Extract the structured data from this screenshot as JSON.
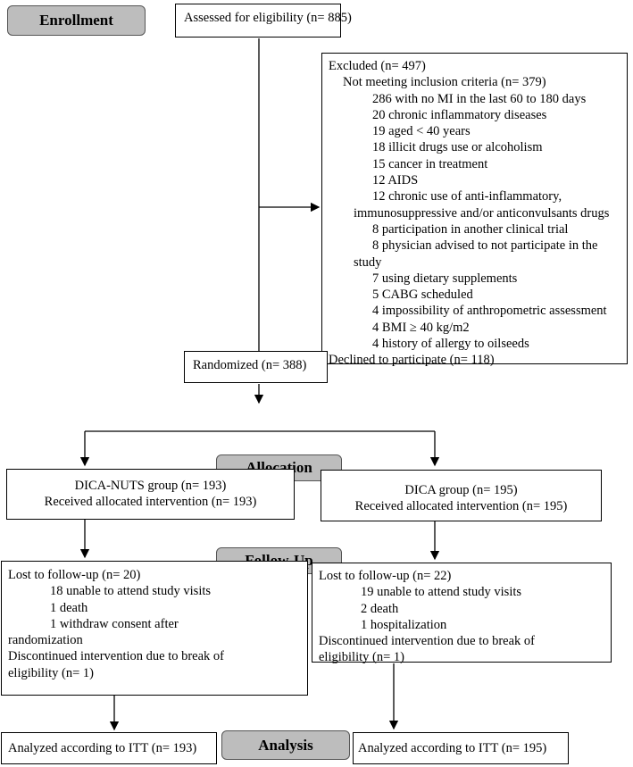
{
  "stages": {
    "enrollment": "Enrollment",
    "allocation": "Allocation",
    "follow_up": "Follow-Up",
    "analysis": "Analysis"
  },
  "assessed": "Assessed for eligibility (n= 885)",
  "excluded": {
    "title": "Excluded (n= 497)",
    "criteria_header": "Not meeting inclusion criteria (n= 379)",
    "items": [
      "286 with no MI in the last 60 to 180 days",
      "20 chronic inflammatory diseases",
      "19 aged < 40 years",
      "18 illicit drugs use or alcoholism",
      "15 cancer in treatment",
      "12 AIDS",
      "12 chronic use of anti-inflammatory,",
      "immunosuppressive and/or anticonvulsants drugs",
      "8 participation in another clinical trial",
      "8 physician advised to not participate in the",
      "study",
      "7 using dietary supplements",
      "5 CABG scheduled",
      "4 impossibility of anthropometric assessment",
      "4 BMI ≥ 40 kg/m2",
      "4 history of allergy to oilseeds"
    ],
    "declined": "Declined to participate (n= 118)"
  },
  "randomized": "Randomized (n= 388)",
  "allocation": {
    "left": {
      "group": "DICA-NUTS group (n= 193)",
      "received": "Received allocated intervention (n= 193)"
    },
    "right": {
      "group": "DICA group (n= 195)",
      "received": "Received allocated intervention (n= 195)"
    }
  },
  "followup": {
    "left": {
      "lost": "Lost to follow-up (n= 20)",
      "items": [
        "18 unable to attend study visits",
        "1 death",
        "1 withdraw consent after",
        "randomization"
      ],
      "discontinued": [
        "Discontinued intervention due to break of",
        "eligibility (n= 1)"
      ]
    },
    "right": {
      "lost": "Lost to follow-up (n= 22)",
      "items": [
        "19 unable to attend study visits",
        "2 death",
        "1 hospitalization"
      ],
      "discontinued": [
        "Discontinued intervention due to break of",
        "eligibility (n= 1)"
      ]
    }
  },
  "analysis": {
    "left": "Analyzed according to ITT (n= 193)",
    "right": "Analyzed according to ITT (n= 195)"
  }
}
